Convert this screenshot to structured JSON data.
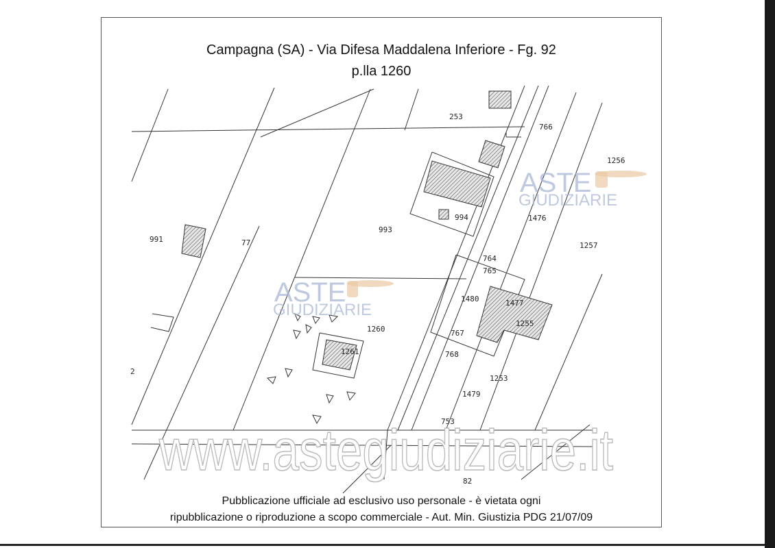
{
  "title": {
    "line1": "Campagna (SA) - Via Difesa Maddalena Inferiore - Fg. 92",
    "line2": "p.lla 1260"
  },
  "map": {
    "parcel_labels": {
      "p253": "253",
      "p766": "766",
      "p1476": "1476",
      "p1256": "1256",
      "p994": "994",
      "p993": "993",
      "p991": "991",
      "p77": "77",
      "p1257": "1257",
      "p764": "764",
      "p765": "765",
      "p1480": "1480",
      "p1477": "1477",
      "p1255": "1255",
      "p1260": "1260",
      "p1261": "1261",
      "p767": "767",
      "p768": "768",
      "p1253": "1253",
      "p1479": "1479",
      "p753": "753",
      "p82": "82",
      "p2": "2"
    },
    "watermark_logo": {
      "line1": "ASTE",
      "line2": "GIUDIZIARIE"
    },
    "watermark_url": "www.astegiudiziarie.it"
  },
  "footer": {
    "line1": "Pubblicazione ufficiale ad esclusivo uso personale - è vietata ogni",
    "line2": "ripubblicazione o riproduzione a scopo commerciale - Aut. Min. Giustizia PDG 21/07/09"
  }
}
